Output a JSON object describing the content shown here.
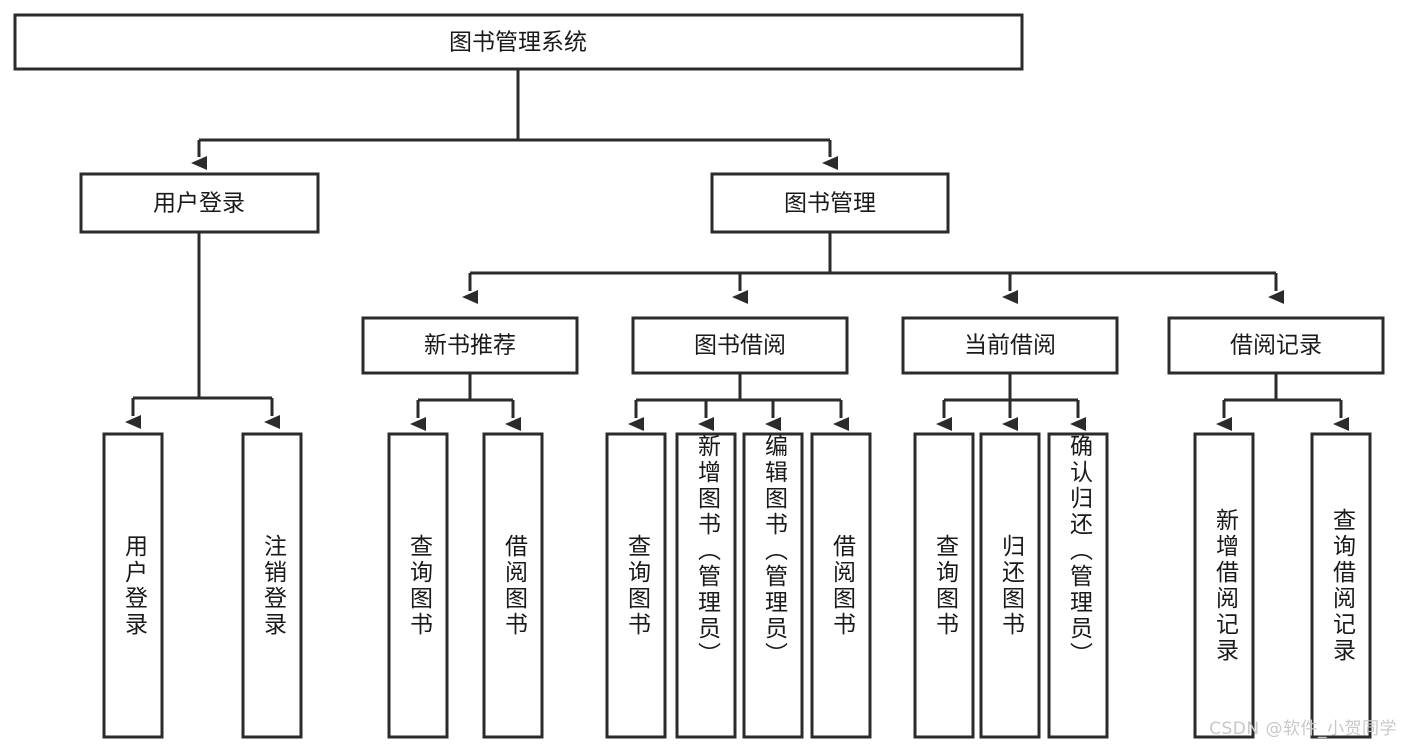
{
  "diagram": {
    "type": "tree-hierarchy",
    "title": "图书管理系统",
    "orientation": "top-down",
    "colors": {
      "box_stroke": "#2b2b2b",
      "box_fill": "#ffffff",
      "text": "#1a1a1a",
      "connector": "#2b2b2b",
      "background": "#ffffff",
      "watermark": "#c8c8c8"
    },
    "root": {
      "label": "图书管理系统"
    },
    "level1": [
      {
        "id": "user-login",
        "label": "用户登录"
      },
      {
        "id": "book-manage",
        "label": "图书管理"
      }
    ],
    "level2": [
      {
        "id": "new-book-rec",
        "label": "新书推荐",
        "parent": "book-manage"
      },
      {
        "id": "book-borrow",
        "label": "图书借阅",
        "parent": "book-manage"
      },
      {
        "id": "current-borrow",
        "label": "当前借阅",
        "parent": "book-manage"
      },
      {
        "id": "borrow-record",
        "label": "借阅记录",
        "parent": "book-manage"
      }
    ],
    "leaves": {
      "user-login": [
        {
          "id": "leaf-user-login",
          "label": "用户登录"
        },
        {
          "id": "leaf-user-logout",
          "label": "注销登录"
        }
      ],
      "new-book-rec": [
        {
          "id": "leaf-query-book-1",
          "label": "查询图书"
        },
        {
          "id": "leaf-borrow-book-1",
          "label": "借阅图书"
        }
      ],
      "book-borrow": [
        {
          "id": "leaf-query-book-2",
          "label": "查询图书"
        },
        {
          "id": "leaf-add-book",
          "label": "新增图书（管理员）"
        },
        {
          "id": "leaf-edit-book",
          "label": "编辑图书（管理员）"
        },
        {
          "id": "leaf-borrow-book-2",
          "label": "借阅图书"
        }
      ],
      "current-borrow": [
        {
          "id": "leaf-query-book-3",
          "label": "查询图书"
        },
        {
          "id": "leaf-return-book",
          "label": "归还图书"
        },
        {
          "id": "leaf-confirm-return",
          "label": "确认归还（管理员）"
        }
      ],
      "borrow-record": [
        {
          "id": "leaf-add-record",
          "label": "新增借阅记录"
        },
        {
          "id": "leaf-query-record",
          "label": "查询借阅记录"
        }
      ]
    }
  },
  "watermark": {
    "text": "CSDN @软件_小贺同学"
  }
}
